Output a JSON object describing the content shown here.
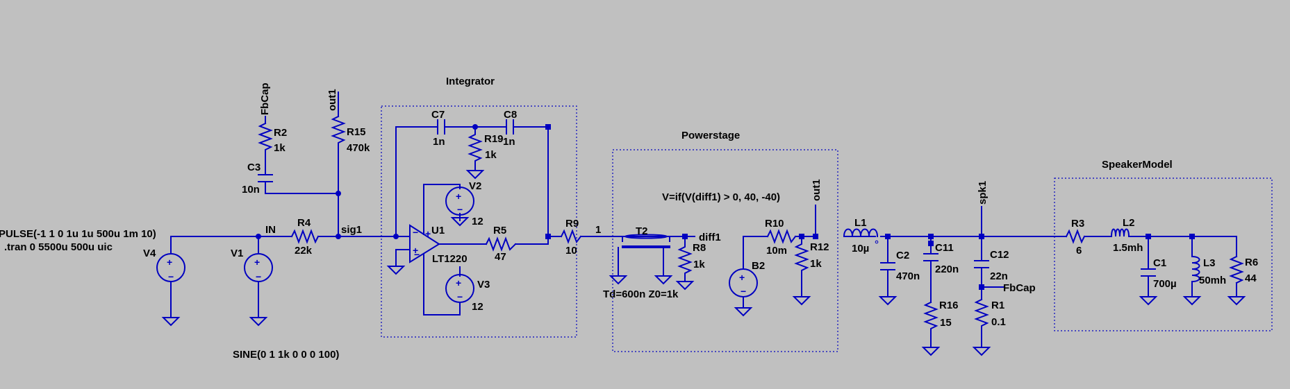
{
  "blocks": {
    "integrator": "Integrator",
    "powerstage": "Powerstage",
    "speaker": "SpeakerModel"
  },
  "directives": {
    "pulse": "PULSE(-1 1 0 1u 1u 500u 1m 10)",
    "tran": ".tran 0 5500u 500u uic",
    "sine": "SINE(0 1 1k 0 0 0 100)",
    "bsource": "V=if(V(diff1) > 0, 40, -40)",
    "tline": "Td=600n Z0=1k"
  },
  "nets": {
    "in": "IN",
    "sig1": "sig1",
    "n1": "1",
    "diff1": "diff1",
    "out1_r15": "out1",
    "out1_pwr": "out1",
    "fbcap_r2": "FbCap",
    "fbcap_c12": "FbCap",
    "spk1": "spk1"
  },
  "components": {
    "V4": {
      "name": "V4"
    },
    "V1": {
      "name": "V1"
    },
    "R4": {
      "name": "R4",
      "value": "22k"
    },
    "R2": {
      "name": "R2",
      "value": "1k"
    },
    "C3": {
      "name": "C3",
      "value": "10n"
    },
    "R15": {
      "name": "R15",
      "value": "470k"
    },
    "C7": {
      "name": "C7",
      "value": "1n"
    },
    "C8": {
      "name": "C8",
      "value": "1n"
    },
    "R19": {
      "name": "R19",
      "value": "1k"
    },
    "V2": {
      "name": "V2",
      "value": "12"
    },
    "V3": {
      "name": "V3",
      "value": "12"
    },
    "U1": {
      "name": "U1",
      "value": "LT1220"
    },
    "R5": {
      "name": "R5",
      "value": "47"
    },
    "R9": {
      "name": "R9",
      "value": "10"
    },
    "T2": {
      "name": "T2"
    },
    "R8": {
      "name": "R8",
      "value": "1k"
    },
    "B2": {
      "name": "B2"
    },
    "R10": {
      "name": "R10",
      "value": "10m"
    },
    "R12": {
      "name": "R12",
      "value": "1k"
    },
    "L1": {
      "name": "L1",
      "value": "10µ"
    },
    "C2": {
      "name": "C2",
      "value": "470n"
    },
    "C11": {
      "name": "C11",
      "value": "220n"
    },
    "R16": {
      "name": "R16",
      "value": "15"
    },
    "C12": {
      "name": "C12",
      "value": "22n"
    },
    "R1": {
      "name": "R1",
      "value": "0.1"
    },
    "R3": {
      "name": "R3",
      "value": "6"
    },
    "L2": {
      "name": "L2",
      "value": "1.5mh"
    },
    "C1": {
      "name": "C1",
      "value": "700µ"
    },
    "L3": {
      "name": "L3",
      "value": "50mh"
    },
    "R6": {
      "name": "R6",
      "value": "44"
    }
  },
  "colors": {
    "background": "#c0c0c0",
    "wire": "#0000c0",
    "text": "#000000"
  }
}
